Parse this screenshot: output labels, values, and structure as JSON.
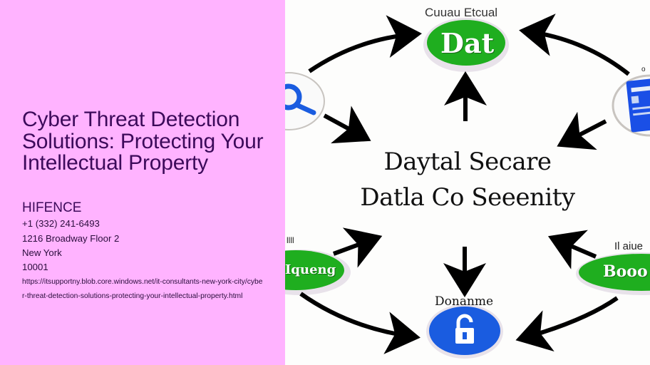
{
  "left_panel": {
    "background": "#ffb3ff",
    "title": "Cyber Threat Detection Solutions: Protecting Your Intellectual Property",
    "company": "HIFENCE",
    "phone": "+1 (332) 241-6493",
    "address_line": "1216 Broadway Floor 2",
    "city": "New York",
    "zip": "10001",
    "url": "https://itsupportny.blob.core.windows.net/it-consultants-new-york-city/cyber-threat-detection-solutions-protecting-your-intellectual-property.html"
  },
  "diagram": {
    "center_line_1": "Daytal Secare",
    "center_line_2": "Datla Co Seeenity",
    "nodes": {
      "top": {
        "label": "Cuuau Etcual",
        "bubble_text": "Dat",
        "icon": "text-bubble",
        "color": "#1fae1f"
      },
      "left_top": {
        "label": "",
        "icon": "magnifier-icon",
        "color": "#1a5ce0"
      },
      "right_top": {
        "label": "o",
        "icon": "document-screen-icon",
        "color": "#1a4fe6"
      },
      "left_bottom": {
        "label": "llll",
        "bubble_text": "Iqueng",
        "icon": "text-bubble",
        "color": "#1fae1f"
      },
      "right_bottom": {
        "label": "Il aiue",
        "bubble_text": "Booo",
        "icon": "text-bubble",
        "color": "#1fae1f"
      },
      "bottom": {
        "label": "Donanme",
        "icon": "padlock-icon",
        "color": "#1a5ce0"
      }
    }
  }
}
